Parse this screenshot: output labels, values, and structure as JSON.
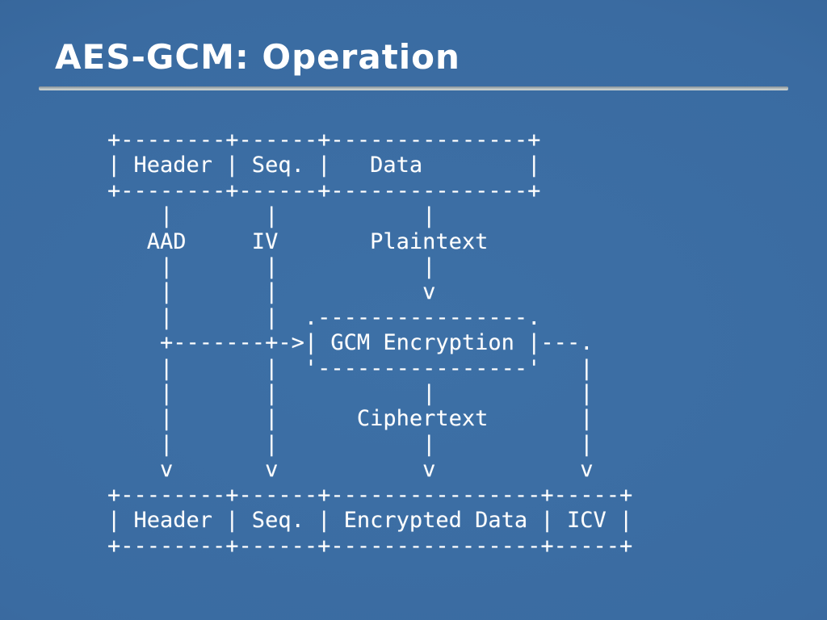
{
  "slide": {
    "title": "AES-GCM: Operation",
    "colors": {
      "background_center": "#3d70a6",
      "background_edge": "#2e5a8c",
      "title_text": "#ffffff",
      "diagram_text": "#ffffff",
      "rule_silver": "#aab3b6"
    }
  },
  "diagram": {
    "ascii_lines": [
      "+--------+------+---------------+",
      "| Header | Seq. |   Data        |",
      "+--------+------+---------------+",
      "    |       |           |",
      "   AAD     IV       Plaintext",
      "    |       |           |",
      "    |       |           v",
      "    |       |  .----------------.",
      "    +-------+->| GCM Encryption |---.",
      "    |       |  '----------------'   |",
      "    |       |           |           |",
      "    |       |      Ciphertext       |",
      "    |       |           |           |",
      "    v       v           v           v",
      "+--------+------+----------------+-----+",
      "| Header | Seq. | Encrypted Data | ICV |",
      "+--------+------+----------------+-----+"
    ],
    "top_packet_fields": [
      "Header",
      "Seq.",
      "Data"
    ],
    "gcm_inputs": [
      "AAD",
      "IV",
      "Plaintext"
    ],
    "process_label": "GCM Encryption",
    "process_output": "Ciphertext",
    "bottom_packet_fields": [
      "Header",
      "Seq.",
      "Encrypted Data",
      "ICV"
    ]
  }
}
